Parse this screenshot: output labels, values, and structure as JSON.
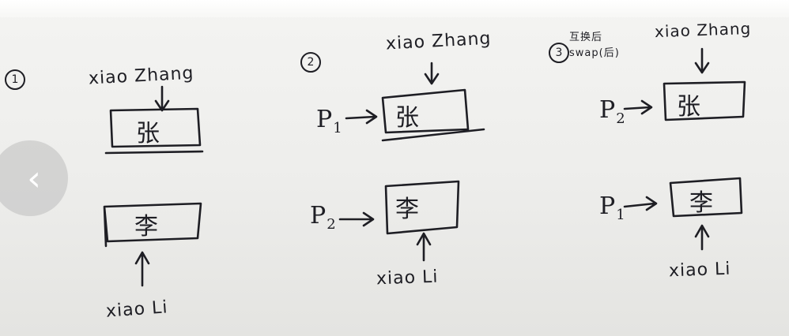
{
  "panels": [
    {
      "number": "1",
      "top_label": "xiao Zhang",
      "top_box_char": "张",
      "bottom_box_char": "李",
      "bottom_label": "xiao Li"
    },
    {
      "number": "2",
      "top_label": "xiao Zhang",
      "top_pointer": "P",
      "top_pointer_sub": "1",
      "top_box_char": "张",
      "bottom_pointer": "P",
      "bottom_pointer_sub": "2",
      "bottom_box_char": "李",
      "bottom_label": "xiao Li"
    },
    {
      "number": "3",
      "note_line1": "互换后",
      "note_line2": "swap(后)",
      "top_label": "xiao Zhang",
      "top_pointer": "P",
      "top_pointer_sub": "2",
      "top_box_char": "张",
      "bottom_pointer": "P",
      "bottom_pointer_sub": "1",
      "bottom_box_char": "李",
      "bottom_label": "xiao Li"
    }
  ],
  "nav": {
    "prev_symbol": "‹"
  }
}
